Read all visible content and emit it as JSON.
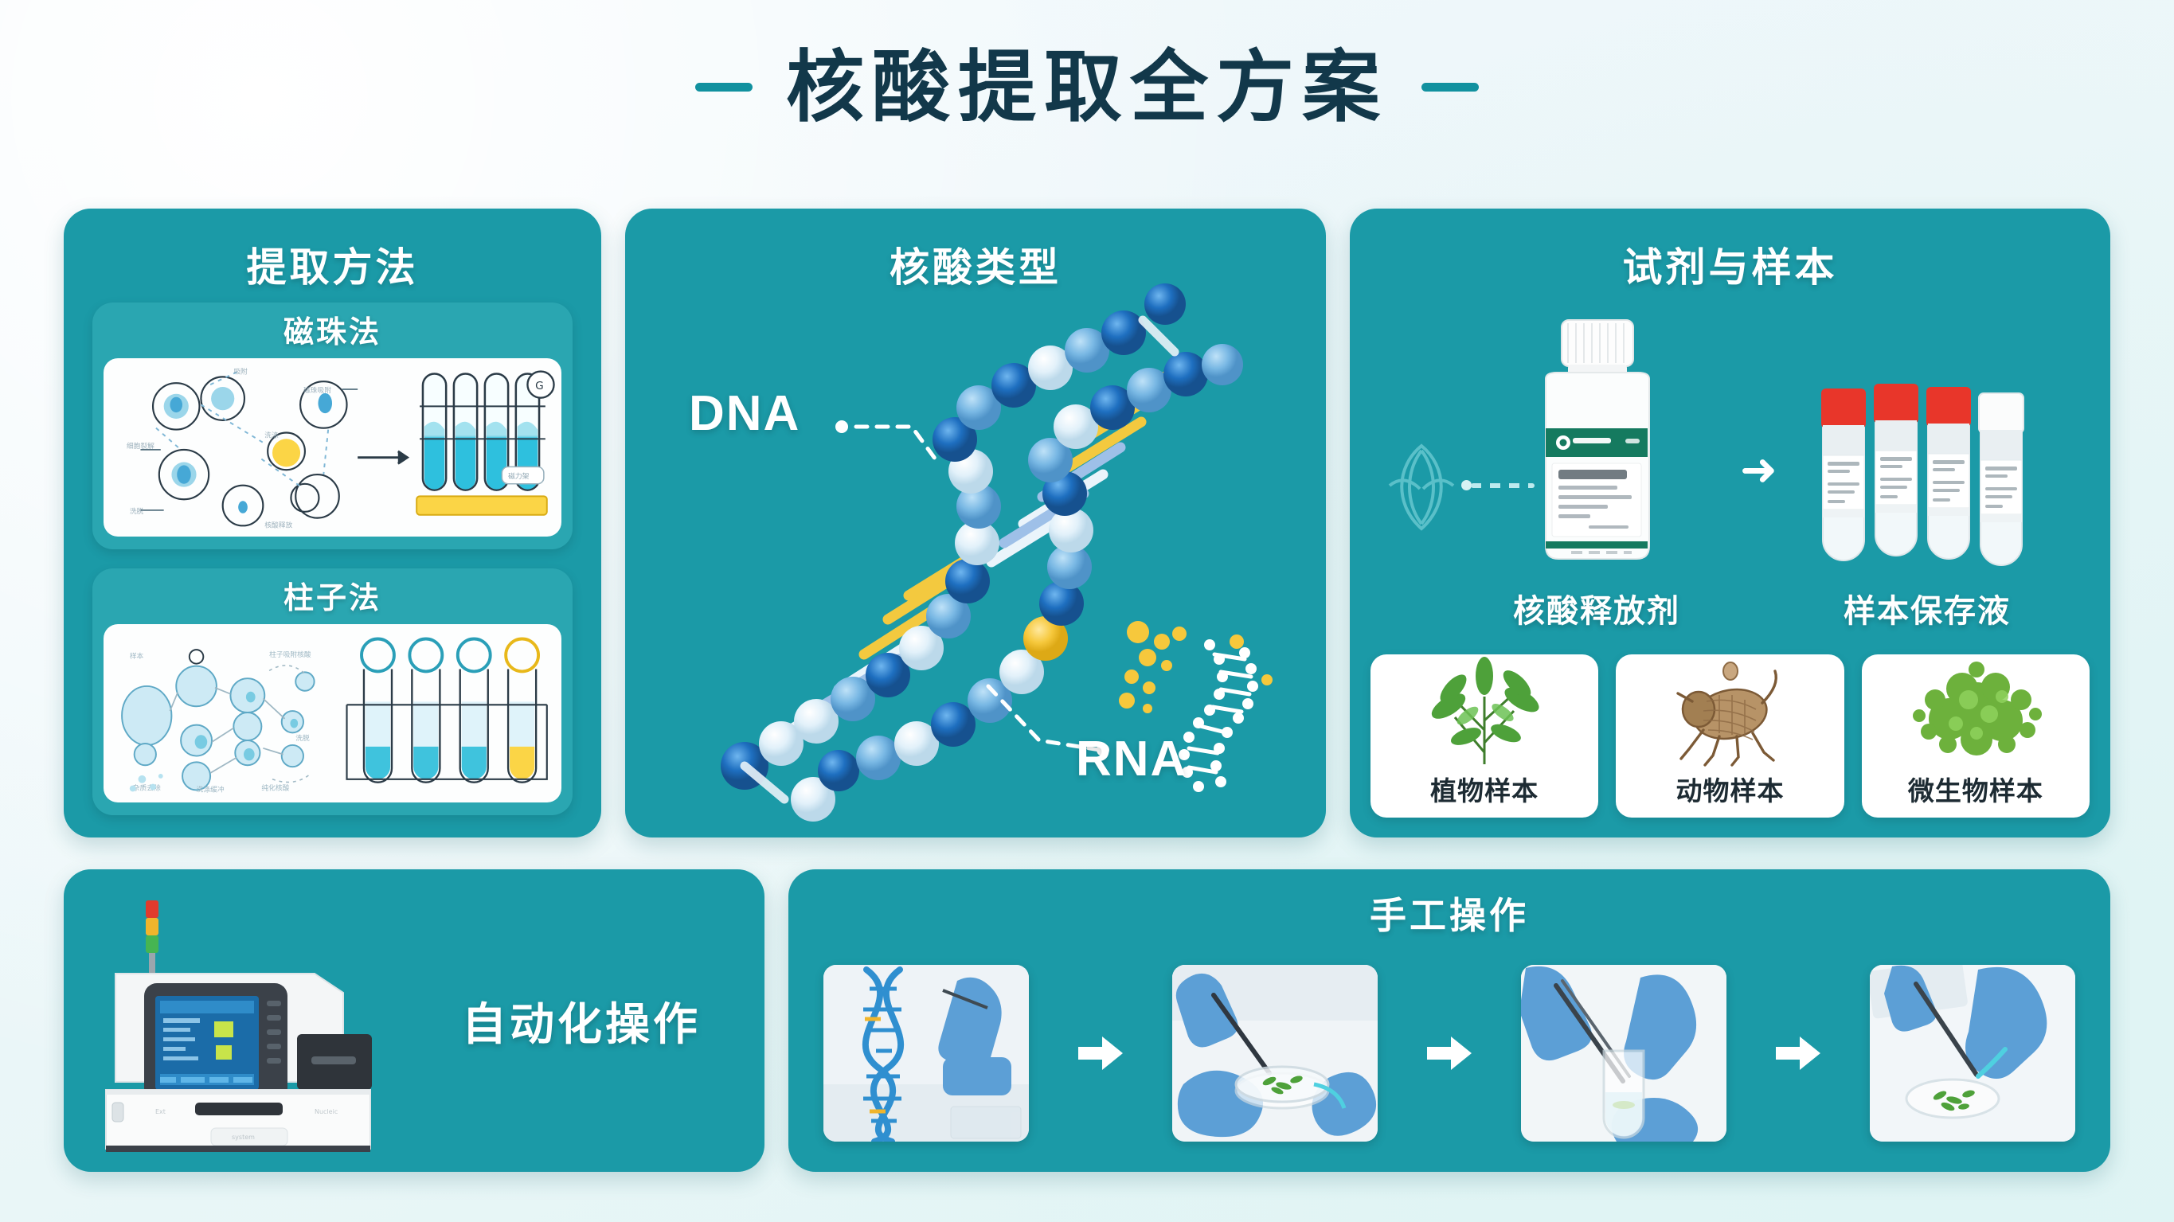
{
  "page": {
    "title": "核酸提取全方案",
    "title_color": "#12384a",
    "accent_color": "#1b9aa7",
    "panel_color": "#1b9aa7",
    "background_color": "#eef7fa"
  },
  "panels": {
    "methods": {
      "title": "提取方法",
      "cards": [
        {
          "title": "磁珠法",
          "art": "magnetic-bead-diagram"
        },
        {
          "title": "柱子法",
          "art": "spin-column-diagram"
        }
      ]
    },
    "types": {
      "title": "核酸类型",
      "labels": {
        "dna": "DNA",
        "rna": "RNA"
      },
      "art": "dna-double-helix-model"
    },
    "reagents": {
      "title": "试剂与样本",
      "products": [
        {
          "name": "核酸释放剂",
          "art": "reagent-bottle"
        },
        {
          "name": "样本保存液",
          "art": "sample-tubes"
        }
      ],
      "connector": "arrow-right",
      "samples": [
        {
          "name": "植物样本",
          "art": "plant-leaves"
        },
        {
          "name": "动物样本",
          "art": "mite-insect"
        },
        {
          "name": "微生物样本",
          "art": "microbe-colony"
        }
      ]
    },
    "automation": {
      "title": "自动化操作",
      "art": "lab-extraction-instrument"
    },
    "manual": {
      "title": "手工操作",
      "steps": [
        {
          "art": "dna-helix-with-gloved-hand"
        },
        {
          "art": "petri-dish-sampling"
        },
        {
          "art": "tube-transfer-tweezers"
        },
        {
          "art": "pipetting-into-dish"
        }
      ],
      "step_separator": "arrow-right"
    }
  }
}
